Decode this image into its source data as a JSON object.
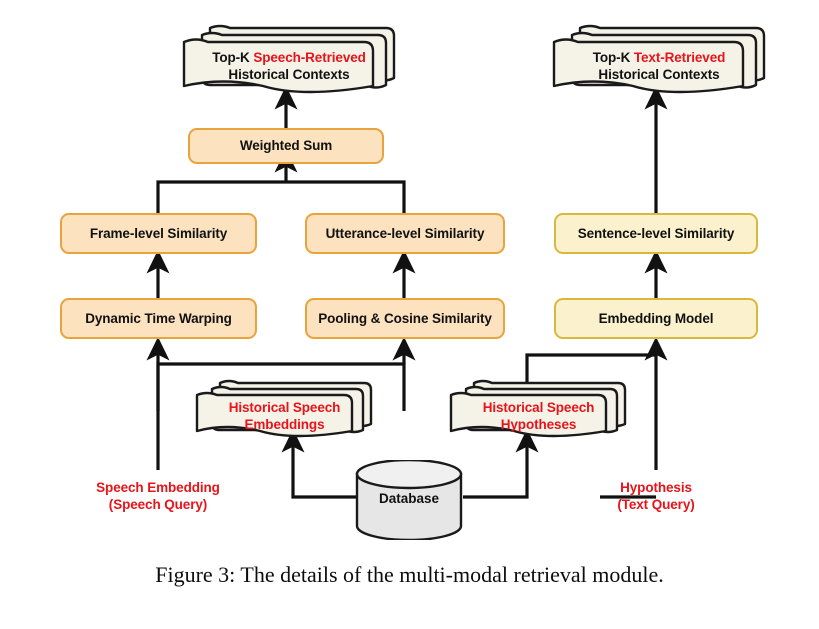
{
  "figure": {
    "caption": "Figure 3: The details of the multi-modal retrieval module."
  },
  "colors": {
    "accent_red": "#e8141b",
    "peach_fill": "#fce2bf",
    "peach_border": "#e8a33d",
    "cream_fill": "#fbf2cd",
    "cream_border": "#d9b93c",
    "doc_fill": "#f5f2e8",
    "db_fill": "#e8e8e8",
    "ink": "#111111"
  },
  "outputs": {
    "speech": {
      "line1_black": "Top-K ",
      "line1_red": "Speech-Retrieved",
      "line2": "Historical Contexts"
    },
    "text": {
      "line1_black": "Top-K ",
      "line1_red": "Text-Retrieved",
      "line2": "Historical Contexts"
    }
  },
  "nodes": {
    "weighted_sum": "Weighted Sum",
    "frame_similarity": "Frame-level Similarity",
    "utterance_similarity": "Utterance-level Similarity",
    "sentence_similarity": "Sentence-level Similarity",
    "dynamic_time_warping": "Dynamic Time Warping",
    "pooling_cosine": "Pooling & Cosine Similarity",
    "embedding_model": "Embedding Model"
  },
  "stores": {
    "speech_embeddings": {
      "line1": "Historical Speech",
      "line2": "Embeddings"
    },
    "speech_hypotheses": {
      "line1": "Historical Speech",
      "line2": "Hypotheses"
    },
    "database": "Database"
  },
  "queries": {
    "speech": {
      "line1": "Speech Embedding",
      "line2": "(Speech Query)"
    },
    "text": {
      "line1": "Hypothesis",
      "line2": "(Text Query)"
    }
  }
}
